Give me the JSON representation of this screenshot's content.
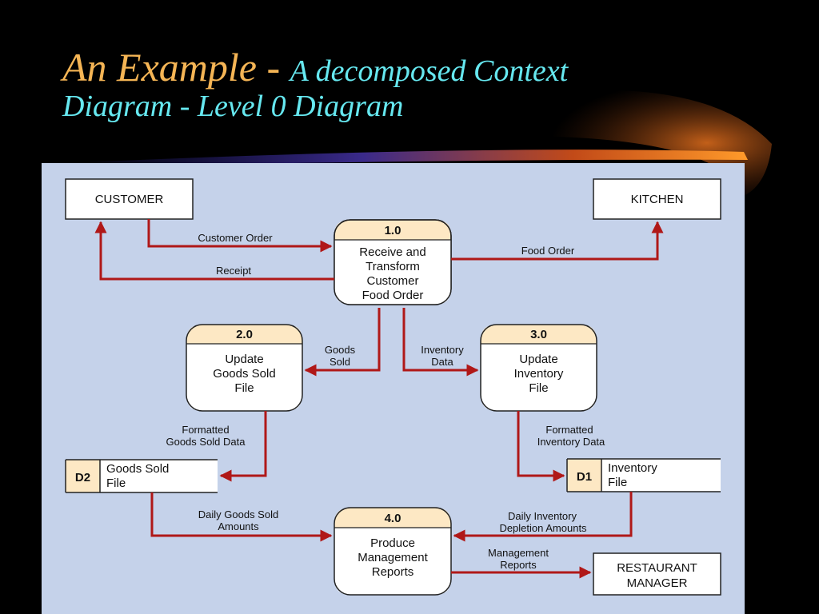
{
  "title": {
    "line1_main": "An Example - ",
    "line1_sub": "A decomposed Context",
    "line2": "Diagram - Level 0 Diagram"
  },
  "colors": {
    "title_accent": "#f5b555",
    "title_sub": "#66e8f0",
    "panel_bg": "#c5d2ea",
    "flow_arrow": "#b01818",
    "process_header": "#fde8c4"
  },
  "diagram": {
    "entities": {
      "customer": "CUSTOMER",
      "kitchen": "KITCHEN",
      "manager_line1": "RESTAURANT",
      "manager_line2": "MANAGER"
    },
    "processes": {
      "p1": {
        "id": "1.0",
        "lines": [
          "Receive and",
          "Transform",
          "Customer",
          "Food Order"
        ]
      },
      "p2": {
        "id": "2.0",
        "lines": [
          "Update",
          "Goods Sold",
          "File"
        ]
      },
      "p3": {
        "id": "3.0",
        "lines": [
          "Update",
          "Inventory",
          "File"
        ]
      },
      "p4": {
        "id": "4.0",
        "lines": [
          "Produce",
          "Management",
          "Reports"
        ]
      }
    },
    "stores": {
      "d2": {
        "id": "D2",
        "lines": [
          "Goods Sold",
          "File"
        ]
      },
      "d1": {
        "id": "D1",
        "lines": [
          "Inventory",
          "File"
        ]
      }
    },
    "flows": {
      "customer_order": "Customer Order",
      "receipt": "Receipt",
      "food_order": "Food Order",
      "goods_sold": [
        "Goods",
        "Sold"
      ],
      "inventory_data": [
        "Inventory",
        "Data"
      ],
      "formatted_goods": [
        "Formatted",
        "Goods Sold Data"
      ],
      "formatted_inventory": [
        "Formatted",
        "Inventory Data"
      ],
      "daily_goods": [
        "Daily Goods Sold",
        "Amounts"
      ],
      "daily_inventory": [
        "Daily Inventory",
        "Depletion Amounts"
      ],
      "mgmt_reports": [
        "Management",
        "Reports"
      ]
    }
  }
}
